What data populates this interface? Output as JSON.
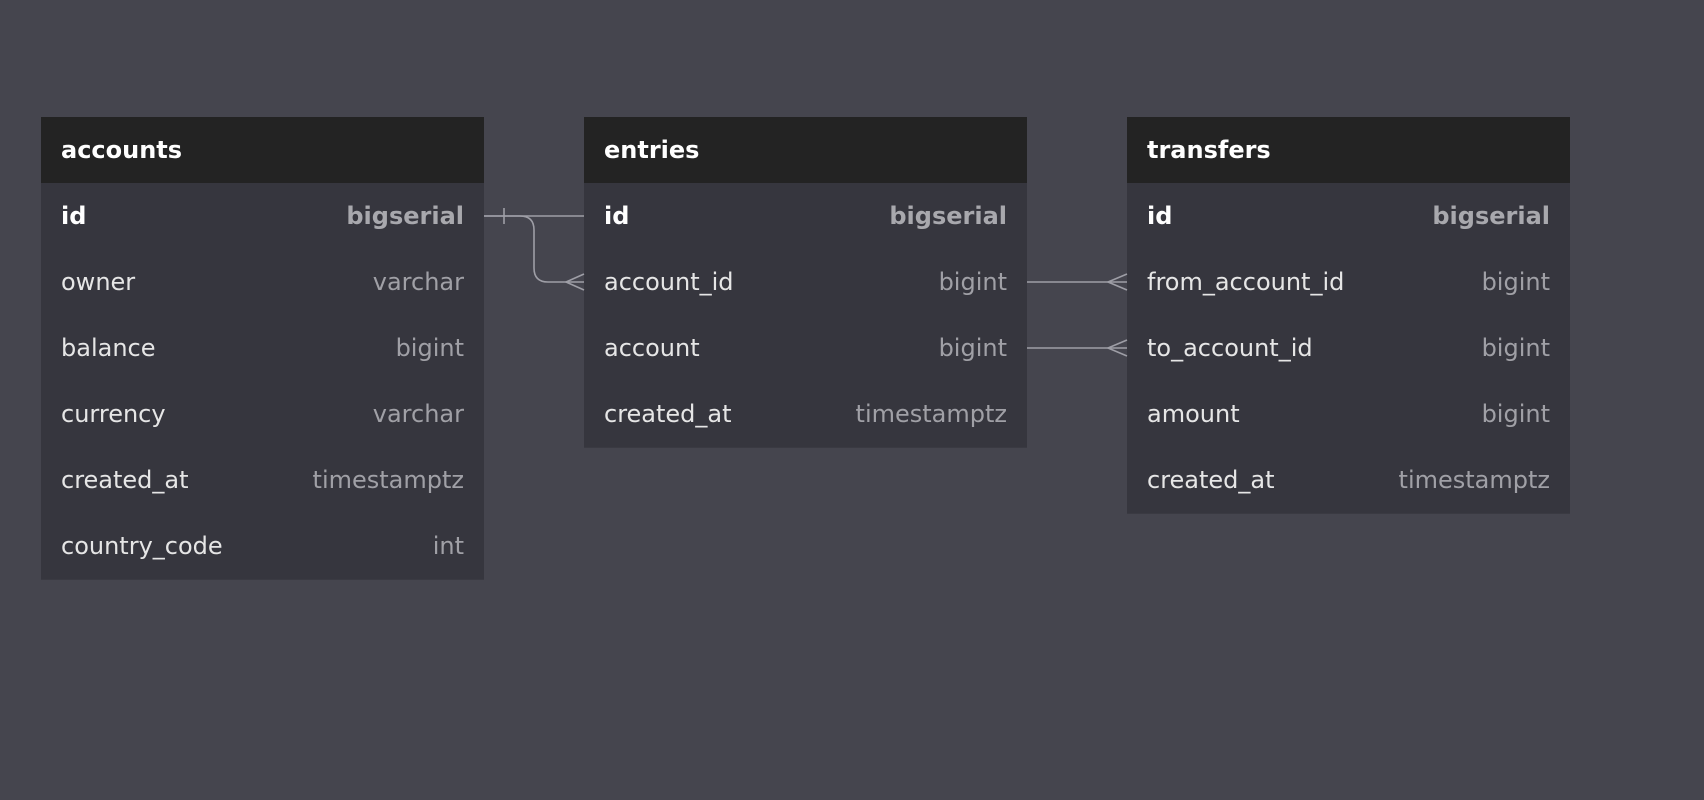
{
  "tables": [
    {
      "name": "accounts",
      "columns": [
        {
          "name": "id",
          "type": "bigserial",
          "pk": true
        },
        {
          "name": "owner",
          "type": "varchar",
          "pk": false
        },
        {
          "name": "balance",
          "type": "bigint",
          "pk": false
        },
        {
          "name": "currency",
          "type": "varchar",
          "pk": false
        },
        {
          "name": "created_at",
          "type": "timestamptz",
          "pk": false
        },
        {
          "name": "country_code",
          "type": "int",
          "pk": false
        }
      ]
    },
    {
      "name": "entries",
      "columns": [
        {
          "name": "id",
          "type": "bigserial",
          "pk": true
        },
        {
          "name": "account_id",
          "type": "bigint",
          "pk": false
        },
        {
          "name": "account",
          "type": "bigint",
          "pk": false
        },
        {
          "name": "created_at",
          "type": "timestamptz",
          "pk": false
        }
      ]
    },
    {
      "name": "transfers",
      "columns": [
        {
          "name": "id",
          "type": "bigserial",
          "pk": true
        },
        {
          "name": "from_account_id",
          "type": "bigint",
          "pk": false
        },
        {
          "name": "to_account_id",
          "type": "bigint",
          "pk": false
        },
        {
          "name": "amount",
          "type": "bigint",
          "pk": false
        },
        {
          "name": "created_at",
          "type": "timestamptz",
          "pk": false
        }
      ]
    }
  ],
  "relations": [
    {
      "from": "accounts.id",
      "to": "entries.id",
      "from_card": "one",
      "to_card": "one"
    },
    {
      "from": "accounts.id",
      "to": "entries.account_id",
      "from_card": "one",
      "to_card": "many"
    },
    {
      "from": "entries.account_id",
      "to": "transfers.from_account_id",
      "from_card": "one",
      "to_card": "many"
    },
    {
      "from": "entries.account",
      "to": "transfers.to_account_id",
      "from_card": "one",
      "to_card": "many"
    }
  ],
  "colors": {
    "canvas": "#45454e",
    "header": "#232323",
    "table_body": "#36363e",
    "line": "#9e9ea6"
  }
}
